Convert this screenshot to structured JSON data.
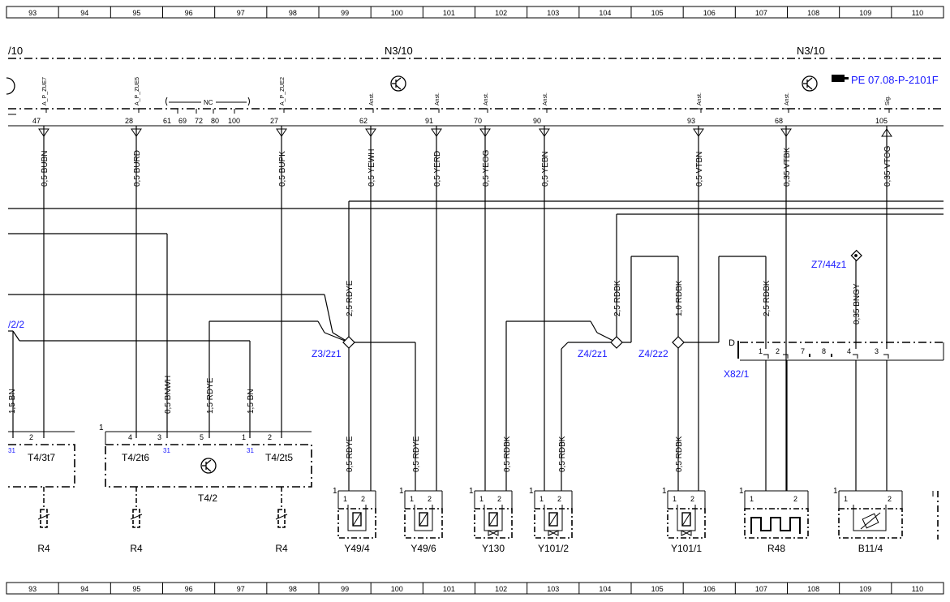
{
  "ruler": [
    "93",
    "94",
    "95",
    "96",
    "97",
    "98",
    "99",
    "100",
    "101",
    "102",
    "103",
    "104",
    "105",
    "106",
    "107",
    "108",
    "109",
    "110"
  ],
  "module": {
    "label_left": "/10",
    "label_center": "N3/10",
    "label_right": "N3/10",
    "reference": "PE 07.08-P-2101F"
  },
  "connector_pins": [
    {
      "sig": "A_P_ZUE7",
      "pin": "47",
      "wire": "0,5 BUBN"
    },
    {
      "sig": "A_P_ZUE5",
      "pin": "28",
      "wire": "0,5 BURD"
    },
    {
      "sig": "A_P_ZUE2",
      "pin": "27",
      "wire": "0,5 BUPK"
    },
    {
      "sig": "Anst.",
      "pin": "62",
      "wire": "0,5 YEWH"
    },
    {
      "sig": "Anst.",
      "pin": "91",
      "wire": "0,5 YERD"
    },
    {
      "sig": "Anst.",
      "pin": "70",
      "wire": "0,5 YEOG"
    },
    {
      "sig": "Anst.",
      "pin": "90",
      "wire": "0,5 YEBN"
    },
    {
      "sig": "Anst.",
      "pin": "93",
      "wire": "0,5 VTBN"
    },
    {
      "sig": "Anst.",
      "pin": "68",
      "wire": "0,35 VTBK"
    },
    {
      "sig": "Sig.",
      "pin": "105",
      "wire": "0,35 VTOG"
    }
  ],
  "nc_group": {
    "label": "NC",
    "pins": [
      "61",
      "69",
      "72",
      "80",
      "100"
    ]
  },
  "splices": {
    "z3": "Z3/2z1",
    "z4a": "Z4/2z1",
    "z4b": "Z4/2z2",
    "z7": "Z7/44z1",
    "left": "/2/2"
  },
  "mid_wires": {
    "w1": "2,5 RDYE",
    "w2": "2,5 RDBK",
    "w3": "1,0 RDBK",
    "w4": "2,5 RDBK",
    "w5": "0,35 BNGY"
  },
  "left_wires": {
    "w1": "1,5 BN",
    "w2": "0,5 BNWH",
    "w3": "1,5 RDYE",
    "w4": "1,5 BN"
  },
  "lower_wires": {
    "w1": "0,5 RDYE",
    "w2": "0,5 RDYE",
    "w3": "0,5 RDBK",
    "w4": "0,5 RDBK",
    "w5": "0,5 RDBK"
  },
  "t4": {
    "t3t7": "T4/3t7",
    "t2t6": "T4/2t6",
    "t2t5": "T4/2t5",
    "t4_2": "T4/2",
    "pin1": "1",
    "pin2": "2",
    "pin3": "3",
    "pin4": "4",
    "pin5": "5",
    "pin31": "31"
  },
  "x82": {
    "label": "X82/1",
    "d": "D",
    "pins": [
      "1",
      "2",
      "7",
      "8",
      "4",
      "3"
    ]
  },
  "components": [
    "R4",
    "R4",
    "R4",
    "Y49/4",
    "Y49/6",
    "Y130",
    "Y101/2",
    "Y101/1",
    "R48",
    "B11/4"
  ],
  "comp_pins": {
    "p1": "1",
    "p2": "2"
  }
}
